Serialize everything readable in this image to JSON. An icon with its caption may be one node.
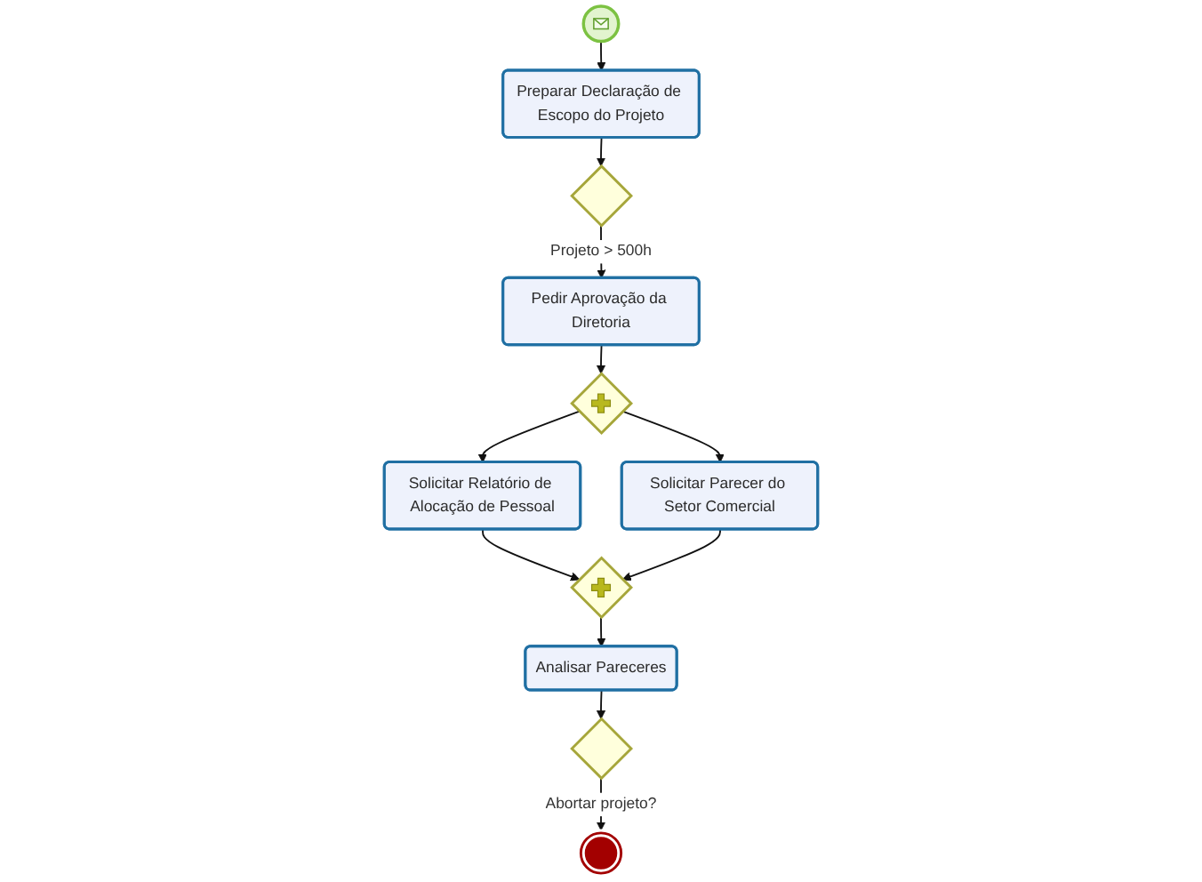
{
  "diagram": {
    "nodes": [
      {
        "text": [],
        "shape": "circle"
      },
      {
        "text": [
          "Preparar Declaração de Escopo do Projeto"
        ]
      },
      {
        "text": [],
        "shape": "diamond"
      },
      {
        "text": [
          "Pedir Aprovação da Diretoria"
        ]
      },
      {
        "text": [],
        "shape": "diamond"
      },
      {
        "text": [
          "Solicitar Relatório de Alocação de Pessoal"
        ]
      },
      {
        "text": [
          "Solicitar Parecer do Setor Comercial"
        ]
      },
      {
        "text": [],
        "shape": "diamond"
      },
      {
        "text": [
          "Analisar Pareceres"
        ]
      },
      {
        "text": [],
        "shape": "diamond"
      },
      {
        "text": [],
        "shape": "circle"
      }
    ],
    "edges": [
      {
        "from": 0,
        "to": 1,
        "arrow": "to"
      },
      {
        "from": 1,
        "to": 2,
        "arrow": "to"
      },
      {
        "from": 2,
        "to": 3,
        "label": "Projeto > 500h",
        "arrow": "to"
      },
      {
        "from": 3,
        "to": 4,
        "arrow": "to"
      },
      {
        "from": 4,
        "to": 5,
        "arrow": "to"
      },
      {
        "from": 4,
        "to": 6,
        "arrow": "to"
      },
      {
        "from": 5,
        "to": 7,
        "arrow": "to"
      },
      {
        "from": 6,
        "to": 7,
        "arrow": "to"
      },
      {
        "from": 7,
        "to": 8,
        "arrow": "to"
      },
      {
        "from": 8,
        "to": 9,
        "arrow": "to"
      },
      {
        "from": 9,
        "to": 10,
        "label": "Abortar projeto?",
        "arrow": "to"
      }
    ]
  }
}
